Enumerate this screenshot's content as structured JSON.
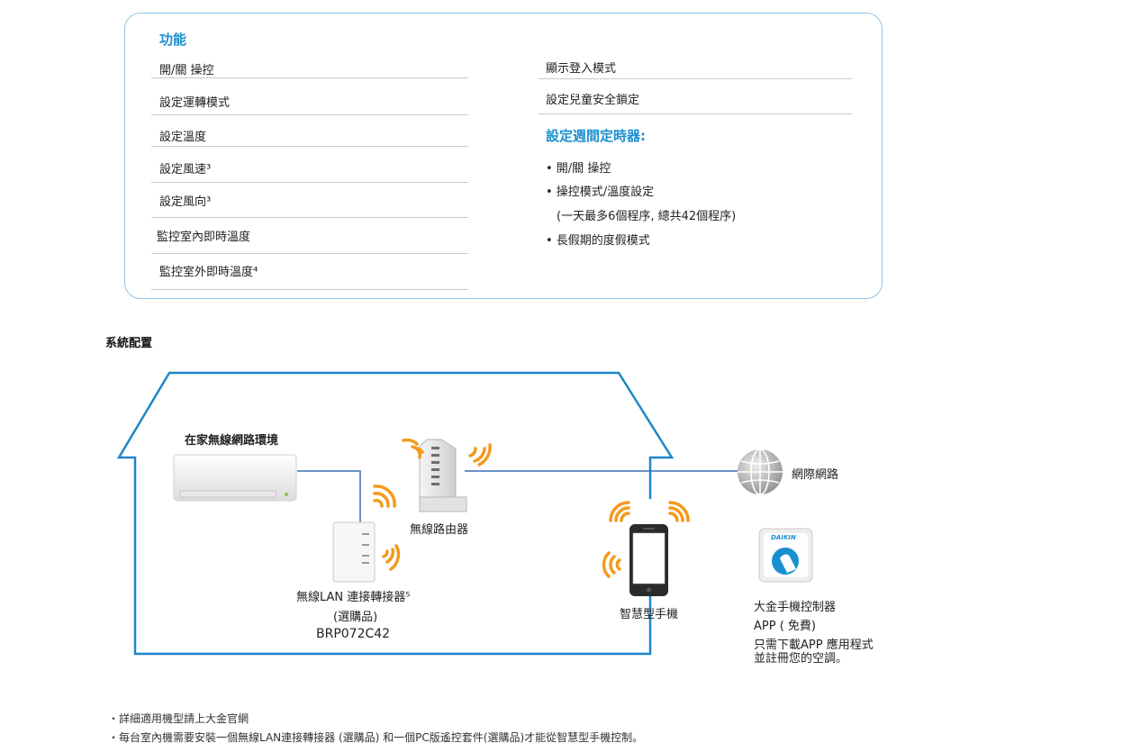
{
  "features": {
    "title": "功能",
    "left_items": [
      "開/關 操控",
      "設定運轉模式",
      "設定溫度",
      "設定風速³",
      "設定風向³",
      "監控室內即時溫度",
      "監控室外即時溫度⁴"
    ],
    "right_items": [
      "顯示登入模式",
      "設定兒童安全鎖定"
    ],
    "timer_title": "設定週間定時器:",
    "timer_items": [
      "• 開/關 操控",
      "• 操控模式/溫度設定",
      "(一天最多6個程序, 總共42個程序)",
      "• 長假期的度假模式"
    ]
  },
  "system": {
    "title": "系統配置",
    "home_label": "在家無線網路環境",
    "router_label": "無線路由器",
    "adapter_label_1": "無線LAN 連接轉接器⁵",
    "adapter_label_2": "(選購品)",
    "adapter_model": "BRP072C42",
    "phone_label": "智慧型手機",
    "internet_label": "網際網路",
    "app_brand": "DAIKIN",
    "app_label_1": "大金手機控制器",
    "app_label_2": "APP ( 免費)",
    "app_label_3": "只需下載APP 應用程式",
    "app_label_4": "並註冊您的空調。"
  },
  "notes": [
    "・詳細適用機型請上大金官網",
    "・每台室內機需要安裝一個無線LAN連接轉接器 (選購品) 和一個PC版遙控套件(選購品)才能從智慧型手機控制。"
  ],
  "colors": {
    "accent": "#1a8fd0",
    "house": "#1f86c8",
    "wifi": "#f39a1e"
  }
}
